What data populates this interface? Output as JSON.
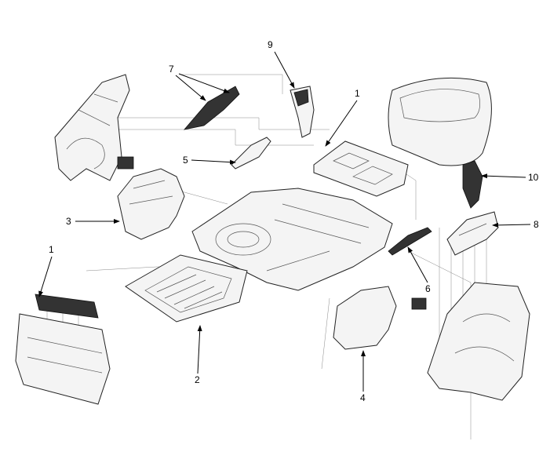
{
  "diagram": {
    "callouts": [
      {
        "id": "label-9",
        "text": "9"
      },
      {
        "id": "label-7",
        "text": "7"
      },
      {
        "id": "label-1-top",
        "text": "1"
      },
      {
        "id": "label-5",
        "text": "5"
      },
      {
        "id": "label-10",
        "text": "10"
      },
      {
        "id": "label-3",
        "text": "3"
      },
      {
        "id": "label-8",
        "text": "8"
      },
      {
        "id": "label-1-left",
        "text": "1"
      },
      {
        "id": "label-6",
        "text": "6"
      },
      {
        "id": "label-2",
        "text": "2"
      },
      {
        "id": "label-4",
        "text": "4"
      }
    ]
  }
}
